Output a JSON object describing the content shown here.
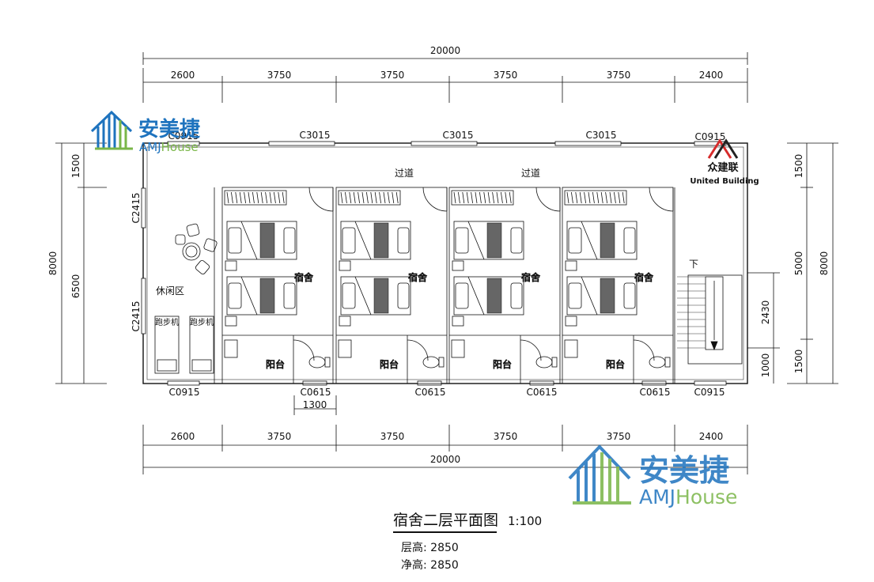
{
  "top_dims": {
    "overall": "20000",
    "segments": [
      "2600",
      "3750",
      "3750",
      "3750",
      "3750",
      "2400"
    ]
  },
  "bottom_dims": {
    "overall": "20000",
    "segments": [
      "2600",
      "3750",
      "3750",
      "3750",
      "3750",
      "2400"
    ],
    "door_width": "1300"
  },
  "left_dims": {
    "overall": "8000",
    "top": "1500",
    "bottom": "6500"
  },
  "right_dims": {
    "overall": "8000",
    "top": "1500",
    "middle": "5000",
    "bottom": "1500",
    "stair": "2430",
    "stair_bottom": "1000"
  },
  "windows": {
    "top": [
      "C0915",
      "C3015",
      "C3015",
      "C3015",
      "C0915"
    ],
    "bottom": [
      "C0915",
      "C0615",
      "C0615",
      "C0615",
      "C0615",
      "C0915"
    ],
    "left": [
      "C2415",
      "C2415"
    ]
  },
  "rooms": {
    "dorm": "宿舍",
    "balcony": "阳台",
    "corridor": "过道",
    "lounge": "休闲区",
    "treadmill": "跑步机",
    "down": "下"
  },
  "title": {
    "main": "宿舍二层平面图",
    "scale": "1:100",
    "floor_height": "层高: 2850",
    "clear_height": "净高: 2850"
  },
  "logos": {
    "amj_cn": "安美捷",
    "amj_en_a": "AMJ",
    "amj_en_b": "House",
    "ub_cn": "众建联",
    "ub_en": "United Building",
    "amj_color": "#1e73be",
    "amj_green": "#7ab648",
    "ub_red": "#d62b2b"
  }
}
